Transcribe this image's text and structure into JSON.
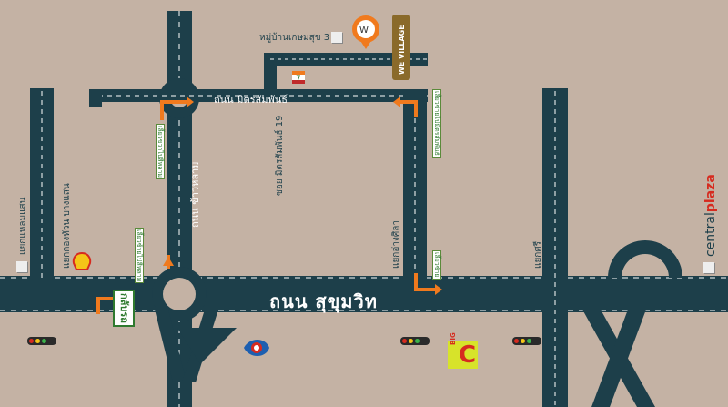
{
  "roads": {
    "main": "ถนน สุขุมวิท",
    "klang": "ถนน ข้าวหลาม",
    "mitr": "ถนน มิตรสัมพันธ์",
    "soi19": "ซอย มิตรสัมพันธ์ 19",
    "moo3": "หมู่บ้านเกษมสุข 3"
  },
  "junctions": {
    "j1": "แยกแหลมแสน",
    "j2": "แยกกองหัวน บางแสน",
    "j3": "แยกอ่างศิลา",
    "j4": "แยกศรี"
  },
  "signs": {
    "uturn": "กลับรถ",
    "s1": "เลี้ยวขวาไปสี่หลาม",
    "s2": "เลี้ยวซ้ายไปสี่หลาม",
    "s3": "เลี้ยวซ้ายไปมิตรสัมพันธ์",
    "s4": "เลี้ยวซ้าย"
  },
  "poi": {
    "wevillage": "WE VILLAGE",
    "central_brand": "central",
    "central_sub": "plaza",
    "bigc": "C",
    "bigc_small": "BIG"
  },
  "colors": {
    "background": "#c4b2a4",
    "road": "#1d3f4a",
    "arrow": "#f07a1e",
    "wevillage": "#8a6a2a"
  },
  "icons": [
    "shell-icon",
    "ptt-icon",
    "seven-eleven-icon",
    "big-c-icon",
    "traffic-light-icon",
    "location-pin-icon",
    "u-turn-icon"
  ]
}
